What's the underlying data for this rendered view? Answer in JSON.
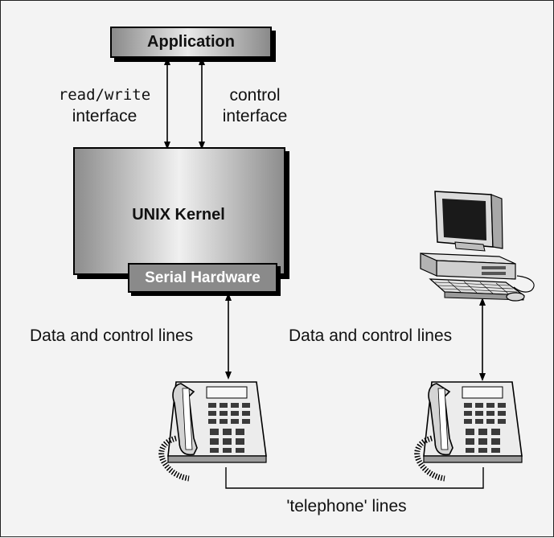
{
  "nodes": {
    "application": "Application",
    "kernel": "UNIX Kernel",
    "serial_hardware": "Serial Hardware"
  },
  "labels": {
    "readwrite_line1": "read/write",
    "readwrite_line2": "interface",
    "control_line1": "control",
    "control_line2": "interface",
    "data_control_left": "Data and control lines",
    "data_control_right": "Data and control lines",
    "telephone_lines": "'telephone' lines"
  },
  "icons": {
    "computer": "desktop-computer-icon",
    "phone_left": "telephone-icon",
    "phone_right": "telephone-icon"
  }
}
